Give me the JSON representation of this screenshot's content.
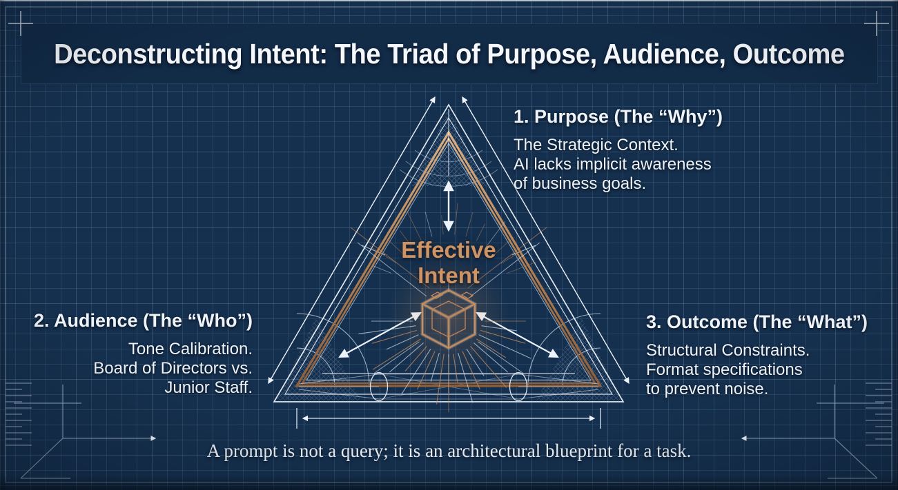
{
  "title": "Deconstructing Intent: The Triad of Purpose, Audience, Outcome",
  "triad": {
    "purpose": {
      "heading": "1. Purpose (The “Why”)",
      "line1": "The Strategic Context.",
      "line2": "AI lacks implicit awareness",
      "line3": "of business goals."
    },
    "audience": {
      "heading": "2. Audience (The “Who”)",
      "line1": "Tone Calibration.",
      "line2": "Board of Directors vs.",
      "line3": "Junior Staff."
    },
    "outcome": {
      "heading": "3. Outcome (The “What”)",
      "line1": "Structural Constraints.",
      "line2": "Format specifications",
      "line3": "to prevent noise."
    }
  },
  "center_label": {
    "line1": "Effective",
    "line2": "Intent"
  },
  "footer_quote": "A prompt is not a query; it is an architectural blueprint for a task.",
  "colors": {
    "background": "#15304e",
    "title_panel": "#122b47",
    "accent_copper": "#cf9466",
    "line_white": "#edf3fa",
    "grid_blue": "#82a5cd",
    "text_white": "#f4f7fb"
  }
}
